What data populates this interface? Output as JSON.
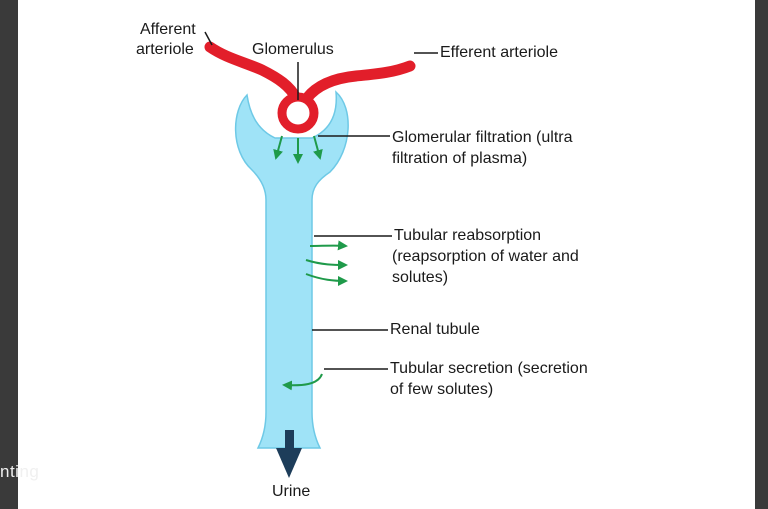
{
  "side_text": "nting",
  "labels": {
    "afferent_line1": "Afferent",
    "afferent_line2": "arteriole",
    "glomerulus": "Glomerulus",
    "efferent": "Efferent arteriole",
    "filtration_line1": "Glomerular filtration (ultra",
    "filtration_line2": "filtration of plasma)",
    "reabsorption_line1": "Tubular reabsorption",
    "reabsorption_line2": "(reapsorption of water and",
    "reabsorption_line3": "solutes)",
    "renal_tubule": "Renal tubule",
    "secretion_line1": "Tubular secretion (secretion",
    "secretion_line2": "of few solutes)",
    "urine": "Urine"
  },
  "colors": {
    "tubule": "#9fe3f7",
    "tubule_edge": "#6ec9e6",
    "arteriole": "#e21e2a",
    "arrow_green": "#1f9a4a",
    "urine_arrow": "#1d3d5a"
  }
}
